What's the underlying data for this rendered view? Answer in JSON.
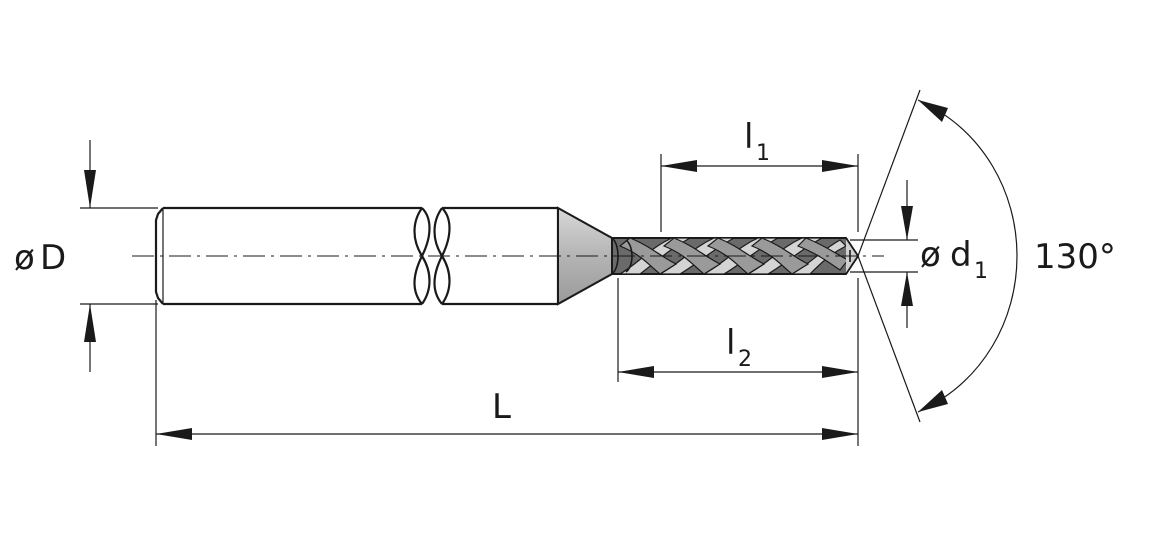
{
  "labels": {
    "shank_diameter": "D",
    "shank_diameter_symbol": "ø",
    "flute_length_main": "l",
    "flute_length_sub": "1",
    "body_length_main": "l",
    "body_length_sub": "2",
    "overall_length": "L",
    "tip_diameter_symbol": "ø",
    "tip_diameter_main": "d",
    "tip_diameter_sub": "1",
    "point_angle": "130°"
  },
  "colors": {
    "ink": "#1a1a1a",
    "taper_shade": "#bdbdbd",
    "flute_dark": "#3a3a3a",
    "flute_mid": "#8a8a8a",
    "flute_light": "#d6d6d6"
  }
}
